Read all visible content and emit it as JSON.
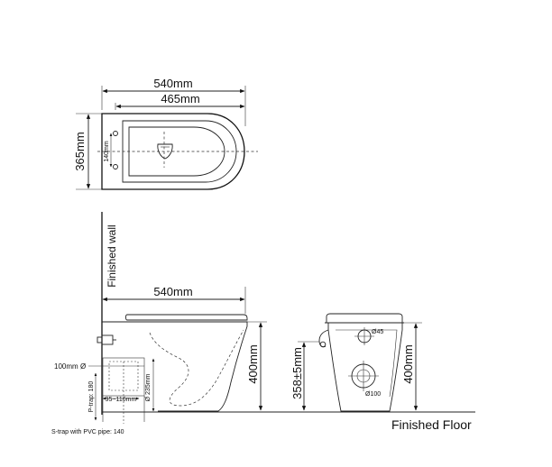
{
  "top_view": {
    "overall_length": "540mm",
    "inner_length": "465mm",
    "width": "365mm",
    "hole_spacing": "140mm"
  },
  "side_view": {
    "wall_label": "Finished wall",
    "length": "540mm",
    "pipe_diameter": "100mm",
    "ptrap_label": "P-trap: 180",
    "width_range": "95~110mm",
    "height_label": "235mm",
    "height_symbol": "Ø",
    "total_height": "400mm"
  },
  "front_view": {
    "outlet_height": "358±5mm",
    "total_height": "400mm",
    "top_hole": "Ø45",
    "bottom_hole": "Ø100"
  },
  "floor_label": "Finished Floor",
  "note": "S-trap with PVC pipe: 140"
}
